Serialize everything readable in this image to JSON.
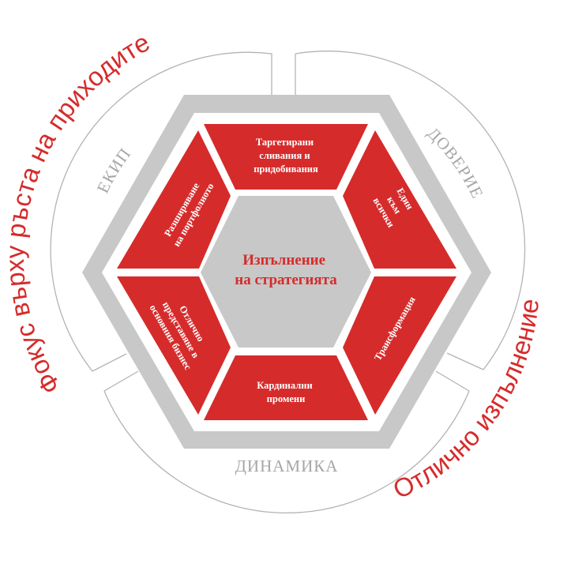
{
  "diagram": {
    "center": {
      "line1": "Изпълнение",
      "line2": "на стратегията"
    },
    "segments": [
      {
        "id": "top",
        "lines": [
          "Таргетирани",
          "сливания и",
          "придобивания"
        ]
      },
      {
        "id": "upper-right",
        "lines": [
          "Един",
          "към",
          "всички"
        ]
      },
      {
        "id": "lower-right",
        "lines": [
          "Трансформация"
        ]
      },
      {
        "id": "bottom",
        "lines": [
          "Кардинални",
          "промени"
        ]
      },
      {
        "id": "lower-left",
        "lines": [
          "Отлично",
          "представяне в",
          "основния бизнес"
        ]
      },
      {
        "id": "upper-left",
        "lines": [
          "Разширяване",
          "на портфолиото"
        ]
      }
    ],
    "ring_labels": {
      "team": "ЕКИП",
      "trust": "ДОВЕРИЕ",
      "dynamics": "ДИНАМИКА"
    },
    "outer_labels": {
      "growth": "Фокус върху ръста на приходите",
      "excellence": "Отлично изпълнение"
    },
    "colors": {
      "red": "#d62b2b",
      "gray": "#c8c8c8",
      "ring_line": "#b3b3b3",
      "label_gray": "#a6a6a6"
    }
  }
}
